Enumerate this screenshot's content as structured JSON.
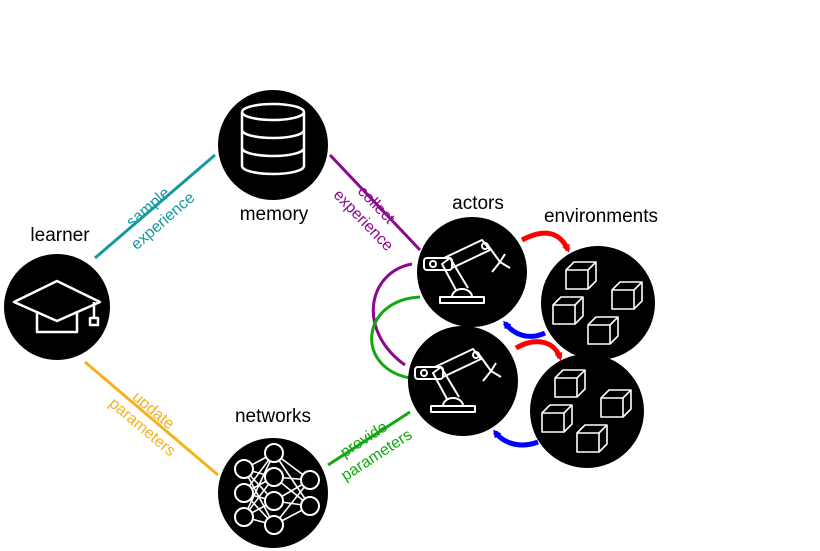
{
  "nodes": {
    "learner": "learner",
    "memory": "memory",
    "networks": "networks",
    "actors": "actors",
    "environments": "environments"
  },
  "edges": {
    "sample": [
      "sample",
      "experience"
    ],
    "collect": [
      "collect",
      "experience"
    ],
    "update": [
      "update",
      "parameters"
    ],
    "provide": [
      "provide",
      "parameters"
    ]
  },
  "colors": {
    "sample": "#159a9c",
    "collect": "#8b0a8b",
    "update": "#f5b21b",
    "provide": "#12a812",
    "action_arrow": "#ff0000",
    "observation_arrow": "#0000ff",
    "node_fill": "#000000",
    "icon_stroke": "#ffffff"
  },
  "icons": {
    "learner": "graduation-cap-icon",
    "memory": "database-icon",
    "networks": "neural-network-icon",
    "actors": "robot-arm-icon",
    "environments": "cubes-icon"
  }
}
